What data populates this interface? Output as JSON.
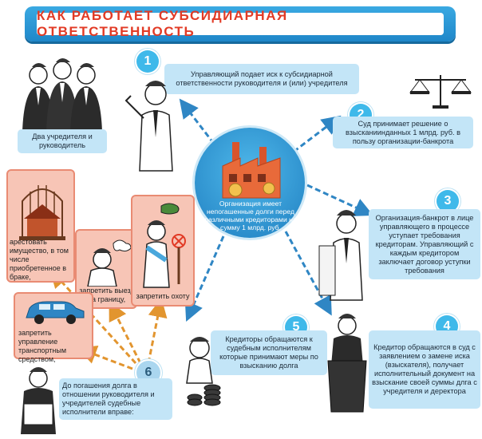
{
  "title": "КАК РАБОТАЕТ СУБСИДИАРНАЯ ОТВЕТСТВЕННОСТЬ",
  "center": {
    "text": "Организация имеет непогашенные долги перед различными кредиторами на сумму 1 млрд. руб."
  },
  "founders_label": "Два учредителя и руководитель",
  "steps": [
    {
      "number": "1",
      "text": "Управляющий подает иск к субсидиарной ответственности руководителя и (или) учредителя"
    },
    {
      "number": "2",
      "text": "Суд принимает решение о взысканиинданных 1 млрд. руб. в пользу организации-банкрота"
    },
    {
      "number": "3",
      "text": "Организация-банкрот в лице управляющего в процессе уступает требования кредиторам. Управляющий с каждым кредитором заключает договор уступки требования"
    },
    {
      "number": "4",
      "text": "Кредитор обращаются в суд с заявлением о замене иска (взыскателя), получает исполнительный документ на взыскание своей суммы длга с учредителя и деректора"
    },
    {
      "number": "5",
      "text": "Кредиторы обращаются к судебным исполнителям которые принимают меры по взысканию долга"
    },
    {
      "number": "6",
      "text": "До погашения долга в отношении руководителя и учредителей судебные исполнители вправе:"
    }
  ],
  "measures": [
    {
      "text": "арестовать имущество, в том числе приобретенное в браке,"
    },
    {
      "text": "запретить выезд за границу,"
    },
    {
      "text": "запретить охоту"
    },
    {
      "text": "запретить управление транспортным средством,"
    }
  ],
  "colors": {
    "title_blue": "#2a97d6",
    "title_red": "#e23b26",
    "note_blue": "#c3e5f7",
    "number_blue": "#3fb9ea",
    "pink_fill": "#f7c5b6",
    "pink_border": "#e98b73",
    "arrow_blue": "#2f86c4",
    "arrow_orange": "#e2952f"
  }
}
